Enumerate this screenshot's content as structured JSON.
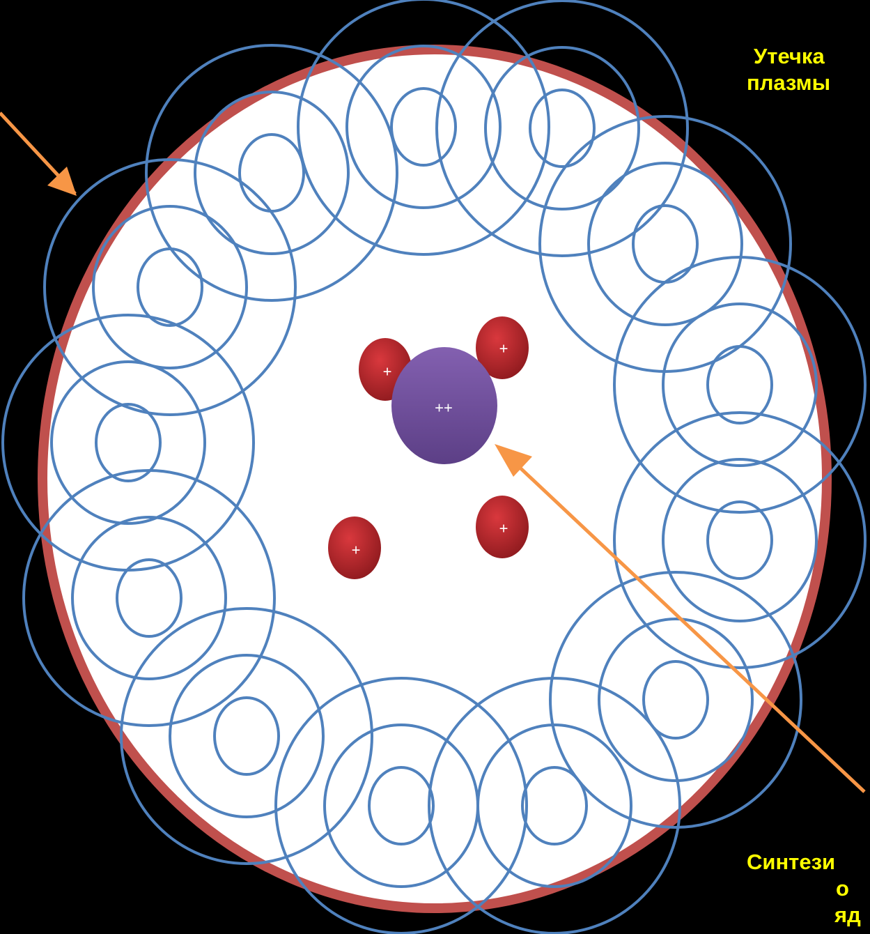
{
  "labels": {
    "leak": [
      "Утечка",
      "плазмы"
    ],
    "synthesis": [
      "Синтези",
      "о",
      "яд"
    ]
  },
  "particles": {
    "nucleus_charge": "++",
    "proton_charge": "+"
  },
  "colors": {
    "background": "#000000",
    "chamber_fill": "#ffffff",
    "chamber_wall": "#c0504d",
    "field_rings": "#4f81bd",
    "arrows": "#f79646",
    "label_text": "#ffff00",
    "proton": "#c0272d",
    "nucleus": "#7b5aa6"
  }
}
